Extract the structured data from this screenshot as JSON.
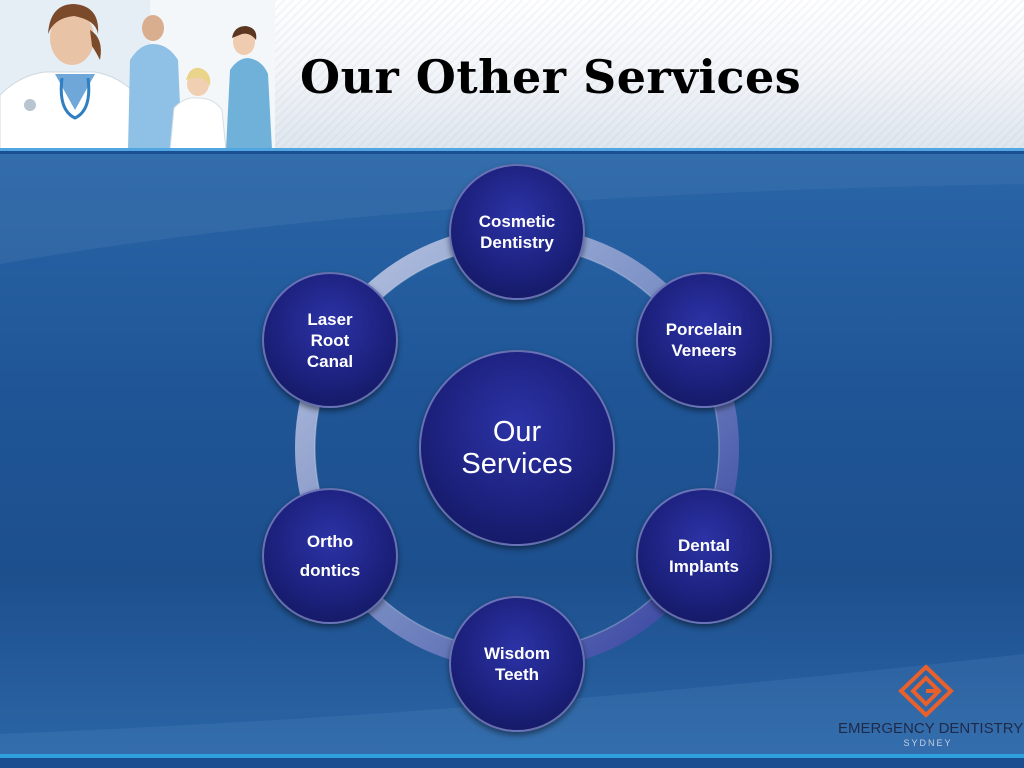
{
  "slide": {
    "title": "Our Other Services"
  },
  "diagram": {
    "center": {
      "line1": "Our",
      "line2": "Services"
    },
    "nodes": [
      {
        "lines": [
          "Cosmetic",
          "Dentistry"
        ]
      },
      {
        "lines": [
          "Porcelain",
          "Veneers"
        ]
      },
      {
        "lines": [
          "Dental",
          "Implants"
        ]
      },
      {
        "lines": [
          "Wisdom",
          "Teeth"
        ]
      },
      {
        "lines": [
          "Ortho",
          "dontics"
        ]
      },
      {
        "lines": [
          "Laser",
          "Root",
          "Canal"
        ]
      }
    ]
  },
  "logo": {
    "name": "EMERGENCY DENTISTRY",
    "sub": "SYDNEY"
  },
  "colors": {
    "background": "#1f5596",
    "node_fill": "#1c217d",
    "accent_line": "#4fa6e0",
    "logo_mark": "#e8602c"
  }
}
